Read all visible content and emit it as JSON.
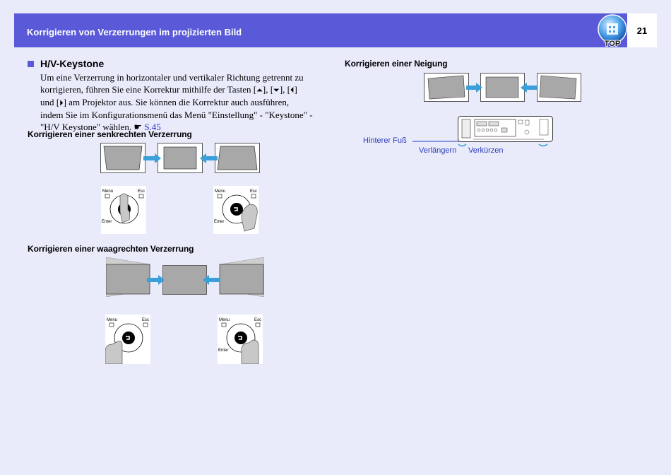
{
  "header": {
    "title": "Korrigieren von Verzerrungen im projizierten Bild",
    "page_number": "21",
    "top_label": "TOP"
  },
  "section": {
    "title": "H/V-Keystone",
    "body": {
      "line1": "Um eine Verzerrung in horizontaler und vertikaler Richtung getrennt zu",
      "line2a": "korrigieren, führen Sie eine Korrektur mithilfe der Tasten [",
      "key_up": "⏶",
      "sep": "], [",
      "key_down": "⏷",
      "key_left": "⏴",
      "line2b": "]",
      "line3a": "und [",
      "key_right": "⏵",
      "line3b": "] am Projektor aus. Sie können die Korrektur auch ausführen,",
      "line4": "indem Sie im Konfigurationsmenü das Menü \"Einstellung\" - \"Keystone\" -",
      "line5": "\"H/V Keystone\" wählen.",
      "xref_icon": "☛",
      "xref": "S.45"
    }
  },
  "subheads": {
    "vertical": "Korrigieren einer senkrechten Verzerrung",
    "horizontal": "Korrigieren einer waagrechten Verzerrung",
    "tilt": "Korrigieren einer Neigung"
  },
  "remote_labels": {
    "menu": "Menu",
    "esc": "Esc",
    "enter": "Enter"
  },
  "tilt_labels": {
    "rear_foot": "Hinterer Fuß",
    "extend": "Verlängern",
    "retract": "Verkürzen"
  },
  "colors": {
    "header_bg": "#5a5ad8",
    "page_bg": "#e9ebfb",
    "arrow": "#3b9fd8",
    "link": "#2a2ad0"
  }
}
